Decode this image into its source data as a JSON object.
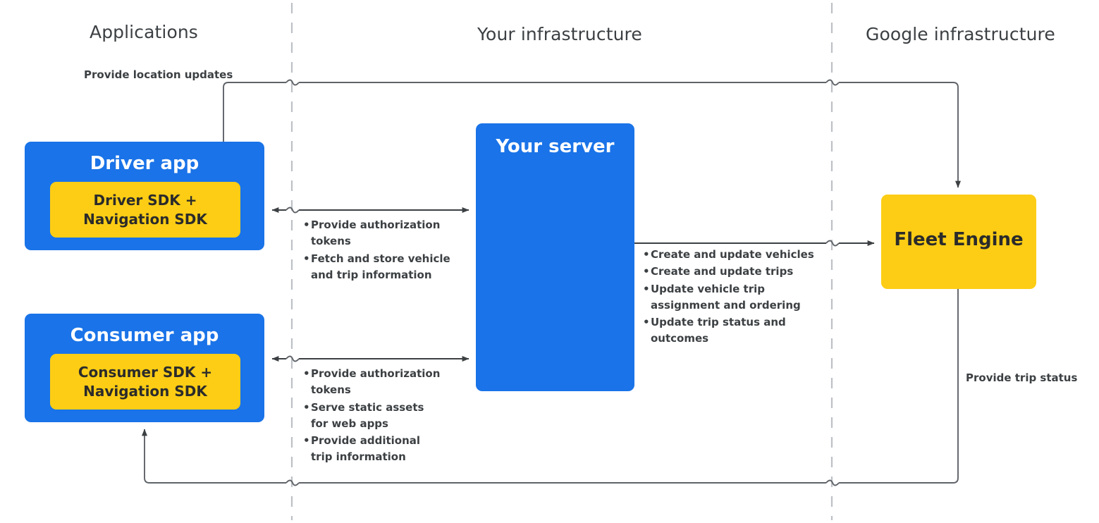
{
  "columns": [
    {
      "id": "applications",
      "title": "Applications"
    },
    {
      "id": "your-infrastructure",
      "title": "Your infrastructure"
    },
    {
      "id": "google-infrastructure",
      "title": "Google infrastructure"
    }
  ],
  "nodes": {
    "driver_app": {
      "title": "Driver app",
      "sdk_label": "Driver SDK +\nNavigation SDK"
    },
    "consumer_app": {
      "title": "Consumer app",
      "sdk_label": "Consumer SDK +\nNavigation SDK"
    },
    "your_server": {
      "title": "Your server"
    },
    "fleet_engine": {
      "title": "Fleet Engine"
    }
  },
  "edge_labels": {
    "location_updates": "Provide location updates",
    "trip_status": "Provide trip status"
  },
  "bullet_lists": {
    "driver_server": [
      "Provide authorization tokens",
      "Fetch and store vehicle and trip information"
    ],
    "consumer_server": [
      "Provide authorization tokens",
      "Serve static assets for web apps",
      "Provide additional trip information"
    ],
    "server_fleet": [
      "Create and update vehicles",
      "Create and update trips",
      "Update vehicle trip assignment and ordering",
      "Update trip status and outcomes"
    ]
  },
  "colors": {
    "blue": "#1a73e8",
    "yellow": "#fccd14",
    "text_dark": "#3c4043",
    "text_on_blue": "#ffffff",
    "line": "#5f6368",
    "divider": "#bdc1c6"
  },
  "icons": {
    "divider": "vertical-dashed-divider",
    "arrow_bidirectional": "double-arrow-icon",
    "arrow_single": "arrow-icon",
    "wire_jump": "wire-hop-icon"
  }
}
